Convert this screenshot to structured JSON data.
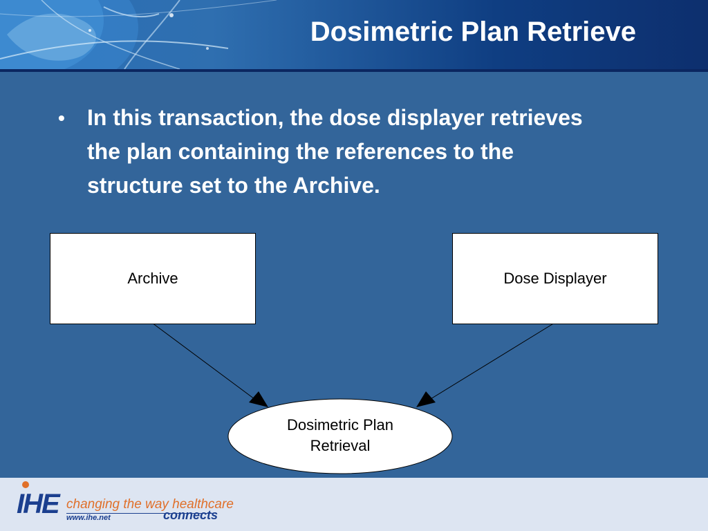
{
  "slide": {
    "title": "Dosimetric Plan Retrieve",
    "bullet": "In this transaction, the dose displayer retrieves the plan containing the references to the structure set to the Archive."
  },
  "diagram": {
    "nodes": {
      "archive": "Archive",
      "dose_displayer": "Dose Displayer",
      "transaction_line1": "Dosimetric Plan",
      "transaction_line2": "Retrieval"
    }
  },
  "footer": {
    "logo_text": "IHE",
    "tagline": "changing the way healthcare",
    "url": "www.ihe.net",
    "connects": "connects"
  },
  "colors": {
    "slide_background": "#33659a",
    "header_dark": "#0d2f6e",
    "logo_blue": "#1b3f8f",
    "logo_orange": "#e0702a",
    "footer_background": "#dde5f2"
  }
}
